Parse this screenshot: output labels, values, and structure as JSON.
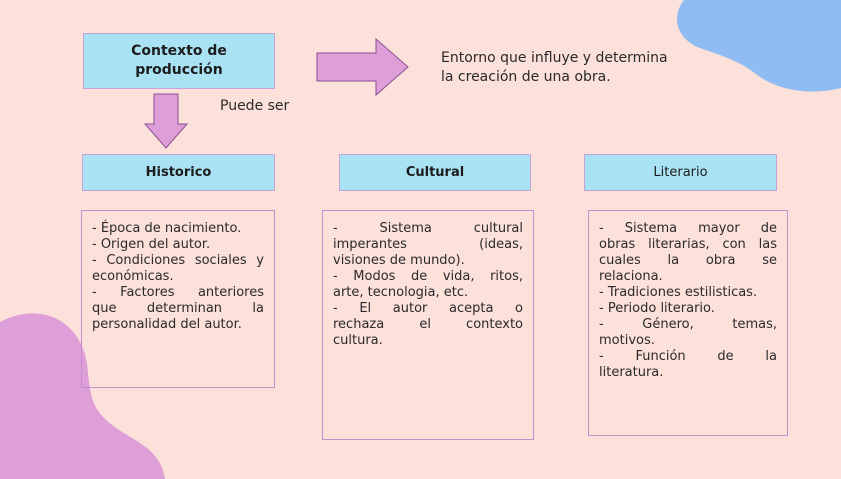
{
  "colors": {
    "background": "#fce0da",
    "header_fill": "#a9e2f2",
    "box_border": "#c48fd0",
    "arrow_fill": "#de9ed8",
    "blob_blue": "#8fbcf3",
    "blob_pink": "#de9ed8"
  },
  "diagram": {
    "context_title": "Contexto de producción",
    "definition": "Entorno que influye y determina la creación de una obra.",
    "connector_label": "Puede ser",
    "categories": [
      {
        "title": "Historico",
        "lines": [
          "- Época de nacimiento.",
          "- Origen del autor.",
          "- Condiciones sociales y",
          "económicas.",
          "- Factores anteriores",
          "que determinan la",
          "personalidad del autor."
        ]
      },
      {
        "title": "Cultural",
        "lines": [
          "- Sistema cultural",
          "imperantes (ideas,",
          "visiones de mundo).",
          "- Modos de vida, ritos,",
          "arte, tecnologia, etc.",
          "- El autor acepta o",
          "rechaza el contexto",
          "cultura."
        ]
      },
      {
        "title": "Literario",
        "lines": [
          "- Sistema mayor de",
          "obras literarias, con las",
          "cuales la obra se",
          "relaciona.",
          "- Tradiciones estilisticas.",
          "- Periodo literario.",
          "- Género, temas,",
          "motivos.",
          "- Función de la",
          "literatura."
        ]
      }
    ]
  }
}
